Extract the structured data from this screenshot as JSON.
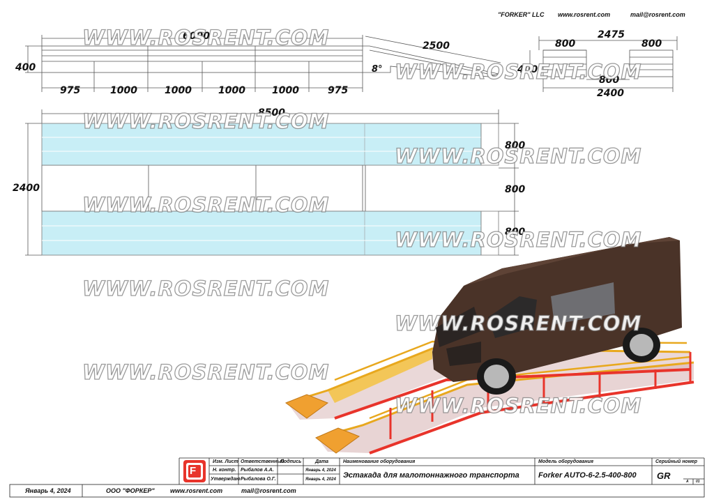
{
  "header": {
    "company": "\"FORKER\" LLC",
    "site": "www.rosrent.com",
    "email": "mail@rosrent.com"
  },
  "watermark": "WWW.ROSRENT.COM",
  "side_view": {
    "total_length": "6000",
    "ramp_length": "2500",
    "height": "400",
    "angle": "8°",
    "segments": [
      "975",
      "1000",
      "1000",
      "1000",
      "1000",
      "975"
    ]
  },
  "end_view": {
    "total_width": "2475",
    "track_left": "800",
    "track_right": "800",
    "gap": "800",
    "inner_width": "2400",
    "height": "400"
  },
  "top_view": {
    "total_length": "8500",
    "width": "2400",
    "track_top": "800",
    "gap": "800",
    "track_bottom": "800"
  },
  "title_block": {
    "logo_letter": "F",
    "col_sheet": "Изм. Лист",
    "col_responsible": "Ответственный",
    "col_signature": "Подпись",
    "col_date": "Дата",
    "row2_role": "Н. контр.",
    "row2_name": "Рыбалов А.А.",
    "row2_date": "Январь 4, 2024",
    "row3_role": "Утверждаю",
    "row3_name": "Рыбалова О.Г.",
    "row3_date": "Январь 4, 2024",
    "equipment_label": "Наименование оборудования",
    "equipment_value": "Эстакада для малотоннажного транспорта",
    "model_label": "Модель оборудования",
    "model_value": "Forker AUTO-6-2.5-400-800",
    "serial_label": "Серийный номер",
    "serial_value": "GR",
    "sheet_letter": "А",
    "sheet_num": "01"
  },
  "footer": {
    "date": "Январь 4, 2024",
    "company": "ООО \"ФОРКЕР\"",
    "site": "www.rosrent.com",
    "email": "mail@rosrent.com"
  }
}
